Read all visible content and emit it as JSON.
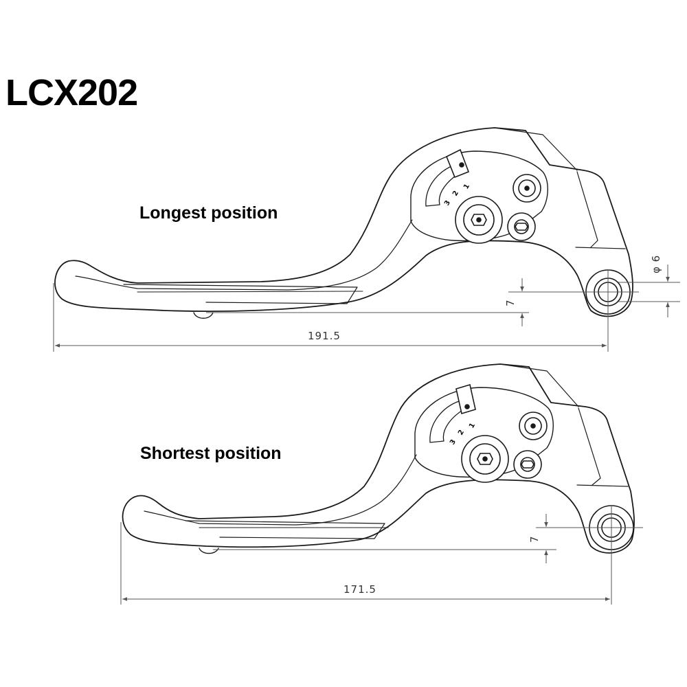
{
  "title": "LCX202",
  "diagrams": [
    {
      "caption": "Longest position",
      "overall_length": "191.5",
      "offset_dimension": "7",
      "diameter_dimension": "φ 6",
      "adjuster_positions": [
        "3",
        "2",
        "1"
      ]
    },
    {
      "caption": "Shortest position",
      "overall_length": "171.5",
      "offset_dimension": "7",
      "adjuster_positions": [
        "3",
        "2",
        "1"
      ]
    }
  ],
  "colors": {
    "line": "#1a1a1a",
    "dimension": "#555555",
    "background": "#ffffff"
  }
}
